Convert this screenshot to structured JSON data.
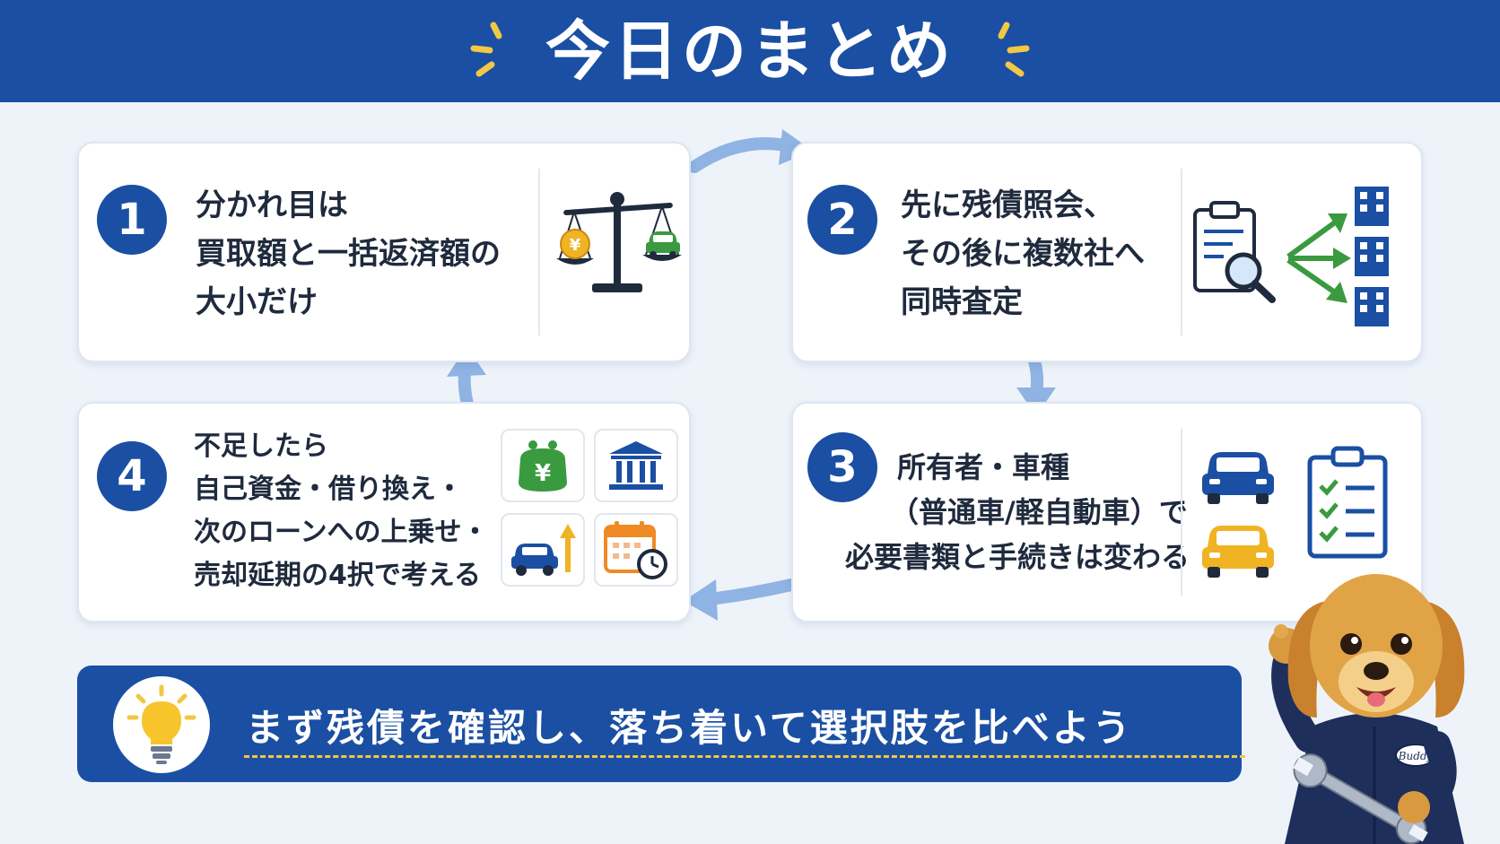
{
  "header": {
    "title": "今日のまとめ"
  },
  "steps": [
    {
      "number": "1",
      "lines": [
        "分かれ目は",
        "買取額と一括返済額の",
        "大小だけ"
      ]
    },
    {
      "number": "2",
      "lines": [
        "先に残債照会、",
        "その後に複数社へ",
        "同時査定"
      ]
    },
    {
      "number": "3",
      "lines": [
        "所有者・車種",
        "（普通車/軽自動車）で",
        "必要書類と手続きは変わる"
      ]
    },
    {
      "number": "4",
      "lines": [
        "不足したら",
        "自己資金・借り換え・",
        "次のローンへの上乗せ・",
        "売却延期の4択で考える"
      ]
    }
  ],
  "icons": {
    "step1": [
      "scale-icon",
      "yen-coin-icon",
      "car-icon"
    ],
    "step2": [
      "clipboard-search-icon",
      "arrows-icon",
      "building-icon"
    ],
    "step3": [
      "car-icon",
      "checklist-icon"
    ],
    "step4": [
      "wallet-yen-icon",
      "bank-icon",
      "car-upgrade-icon",
      "calendar-clock-icon"
    ]
  },
  "banner": {
    "text": "まず残債を確認し、落ち着いて選択肢を比べよう"
  },
  "mascot": {
    "badge": "Buddy"
  },
  "colors": {
    "primary": "#1a4fa3",
    "accent_yellow": "#f2c744",
    "background": "#eef3fa",
    "arrow": "#8fb3e3",
    "green": "#3a9a3f",
    "gold": "#f0b323"
  }
}
